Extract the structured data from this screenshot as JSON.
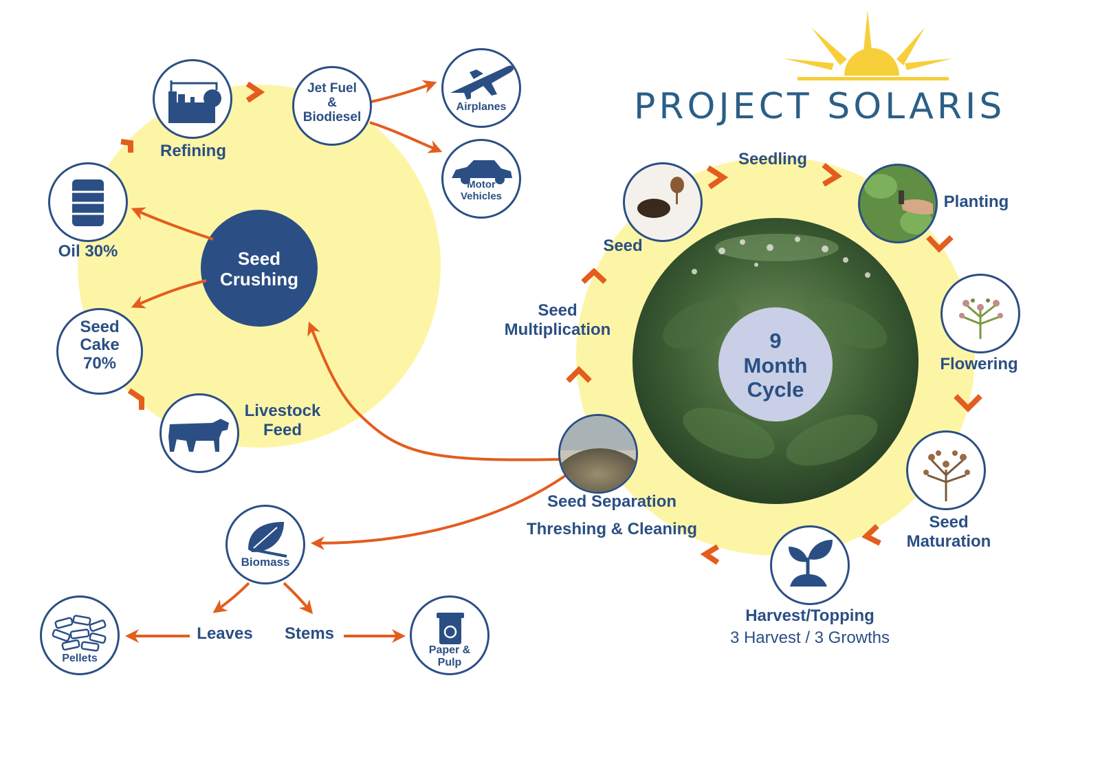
{
  "brand": {
    "name": "PROJECT SOLARIS"
  },
  "colors": {
    "navy": "#2b4f84",
    "orange": "#e35d1e",
    "yellow": "#fdf5a6",
    "sun": "#f6cf3a",
    "cycle_center": "#c8cfe6"
  },
  "crushing": {
    "center": [
      "Seed",
      "Crushing"
    ],
    "refining": "Refining",
    "jetfuel": [
      "Jet Fuel",
      "&",
      "Biodiesel"
    ],
    "airplanes": "Airplanes",
    "motor": [
      "Motor",
      "Vehicles"
    ],
    "oil": "Oil 30%",
    "seedcake": [
      "Seed",
      "Cake",
      "70%"
    ],
    "livestock": [
      "Livestock",
      "Feed"
    ]
  },
  "biomass": {
    "center": "Biomass",
    "leaves": "Leaves",
    "stems": "Stems",
    "pellets": "Pellets",
    "paper": [
      "Paper &",
      "Pulp"
    ]
  },
  "cycle": {
    "center": [
      "9",
      "Month",
      "Cycle"
    ],
    "seed": "Seed",
    "seedling": "Seedling",
    "planting": "Planting",
    "flowering": "Flowering",
    "maturation": [
      "Seed",
      "Maturation"
    ],
    "harvest": "Harvest/Topping",
    "harvest_sub": "3 Harvest / 3 Growths",
    "separation": [
      "Seed Separation",
      "Threshing & Cleaning"
    ],
    "multiplication": [
      "Seed",
      "Multiplication"
    ]
  }
}
